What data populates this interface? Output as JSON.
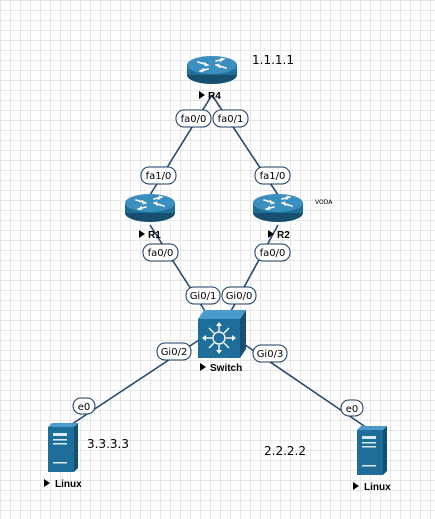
{
  "devices": {
    "r4": {
      "label": "R4",
      "icon": "router-icon"
    },
    "r1": {
      "label": "R1",
      "icon": "router-icon"
    },
    "r2": {
      "label": "R2",
      "icon": "router-icon"
    },
    "switch": {
      "label": "Switch",
      "icon": "multilayer-switch-icon"
    },
    "linux_left": {
      "label": "Linux",
      "icon": "server-icon"
    },
    "linux_right": {
      "label": "Linux",
      "icon": "server-icon"
    }
  },
  "interfaces": {
    "r4_left": "fa0/0",
    "r4_right": "fa0/1",
    "r1_top": "fa1/0",
    "r2_top": "fa1/0",
    "r1_bottom": "fa0/0",
    "r2_bottom": "fa0/0",
    "sw_gi01": "Gi0/1",
    "sw_gi00": "Gi0/0",
    "sw_gi02": "Gi0/2",
    "sw_gi03": "Gi0/3",
    "linux_left_e0": "e0",
    "linux_right_e0": "e0"
  },
  "annotations": {
    "r4_ip": "1.1.1.1",
    "r2_note": "VODA",
    "left_ip": "3.3.3.3",
    "right_ip": "2.2.2.2"
  },
  "colors": {
    "router_body": "#1f6e99",
    "switch_body": "#1f6e99",
    "server_body": "#1f6e99",
    "link": "#27496d"
  }
}
